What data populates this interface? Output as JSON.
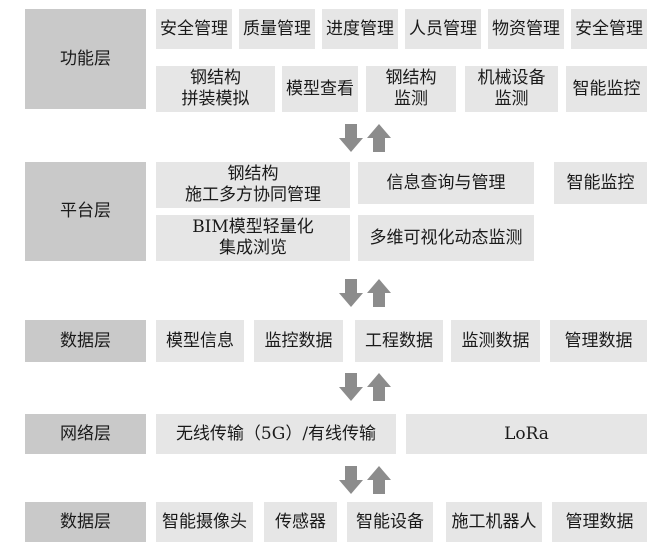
{
  "layers": {
    "function": {
      "label": "功能层",
      "row1": [
        "安全管理",
        "质量管理",
        "进度管理",
        "人员管理",
        "物资管理",
        "安全管理"
      ],
      "row2": [
        "钢结构\n拼装模拟",
        "模型查看",
        "钢结构\n监测",
        "机械设备\n监测",
        "智能监控"
      ]
    },
    "platform": {
      "label": "平台层",
      "items": [
        "钢结构\n施工多方协同管理",
        "信息查询与管理",
        "智能监控",
        "BIM模型轻量化\n集成浏览",
        "多维可视化动态监测"
      ]
    },
    "data": {
      "label": "数据层",
      "items": [
        "模型信息",
        "监控数据",
        "工程数据",
        "监测数据",
        "管理数据"
      ]
    },
    "network": {
      "label": "网络层",
      "items": [
        "无线传输（5G）/有线传输",
        "LoRa"
      ]
    },
    "device": {
      "label": "数据层",
      "items": [
        "智能摄像头",
        "传感器",
        "智能设备",
        "施工机器人",
        "管理数据"
      ]
    }
  },
  "arrows": {
    "down_color": "#8c8c8c",
    "up_color": "#8c8c8c"
  },
  "colors": {
    "layer_bg": "#c9c9c9",
    "cell_bg": "#e6e6e6"
  }
}
